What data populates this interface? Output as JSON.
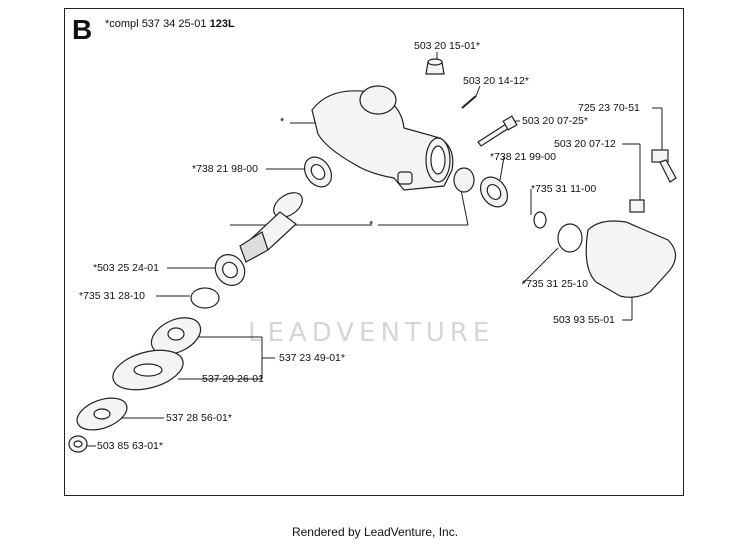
{
  "section_letter": "B",
  "header": {
    "prefix": "*compl",
    "part_number": "537 34 25-01",
    "model": "123L"
  },
  "callouts": {
    "c_503201501": "503 20 15-01*",
    "c_503201412": "503 20 14-12*",
    "c_503200725": "503 20 07-25*",
    "c_725237051": "725 23 70-51",
    "c_503200712": "503 20 07-12",
    "c_738219800": "*738 21 98-00",
    "c_738219900": "*738 21 99-00",
    "c_735311100": "*735 31 11-00",
    "c_503252401": "*503 25 24-01",
    "c_735312810": "*735 31 28-10",
    "c_735312510": "*735 31 25-10",
    "c_503935501": "503 93 55-01",
    "c_537234901": "537 23 49-01*",
    "c_537292601": "537 29 26-01",
    "c_537285601": "537 28 56-01*",
    "c_503856301": "503 85 63-01*",
    "star_housing": "*",
    "star_shaft": "*"
  },
  "watermark": "LEADVENTURE",
  "footer": "Rendered by LeadVenture, Inc."
}
